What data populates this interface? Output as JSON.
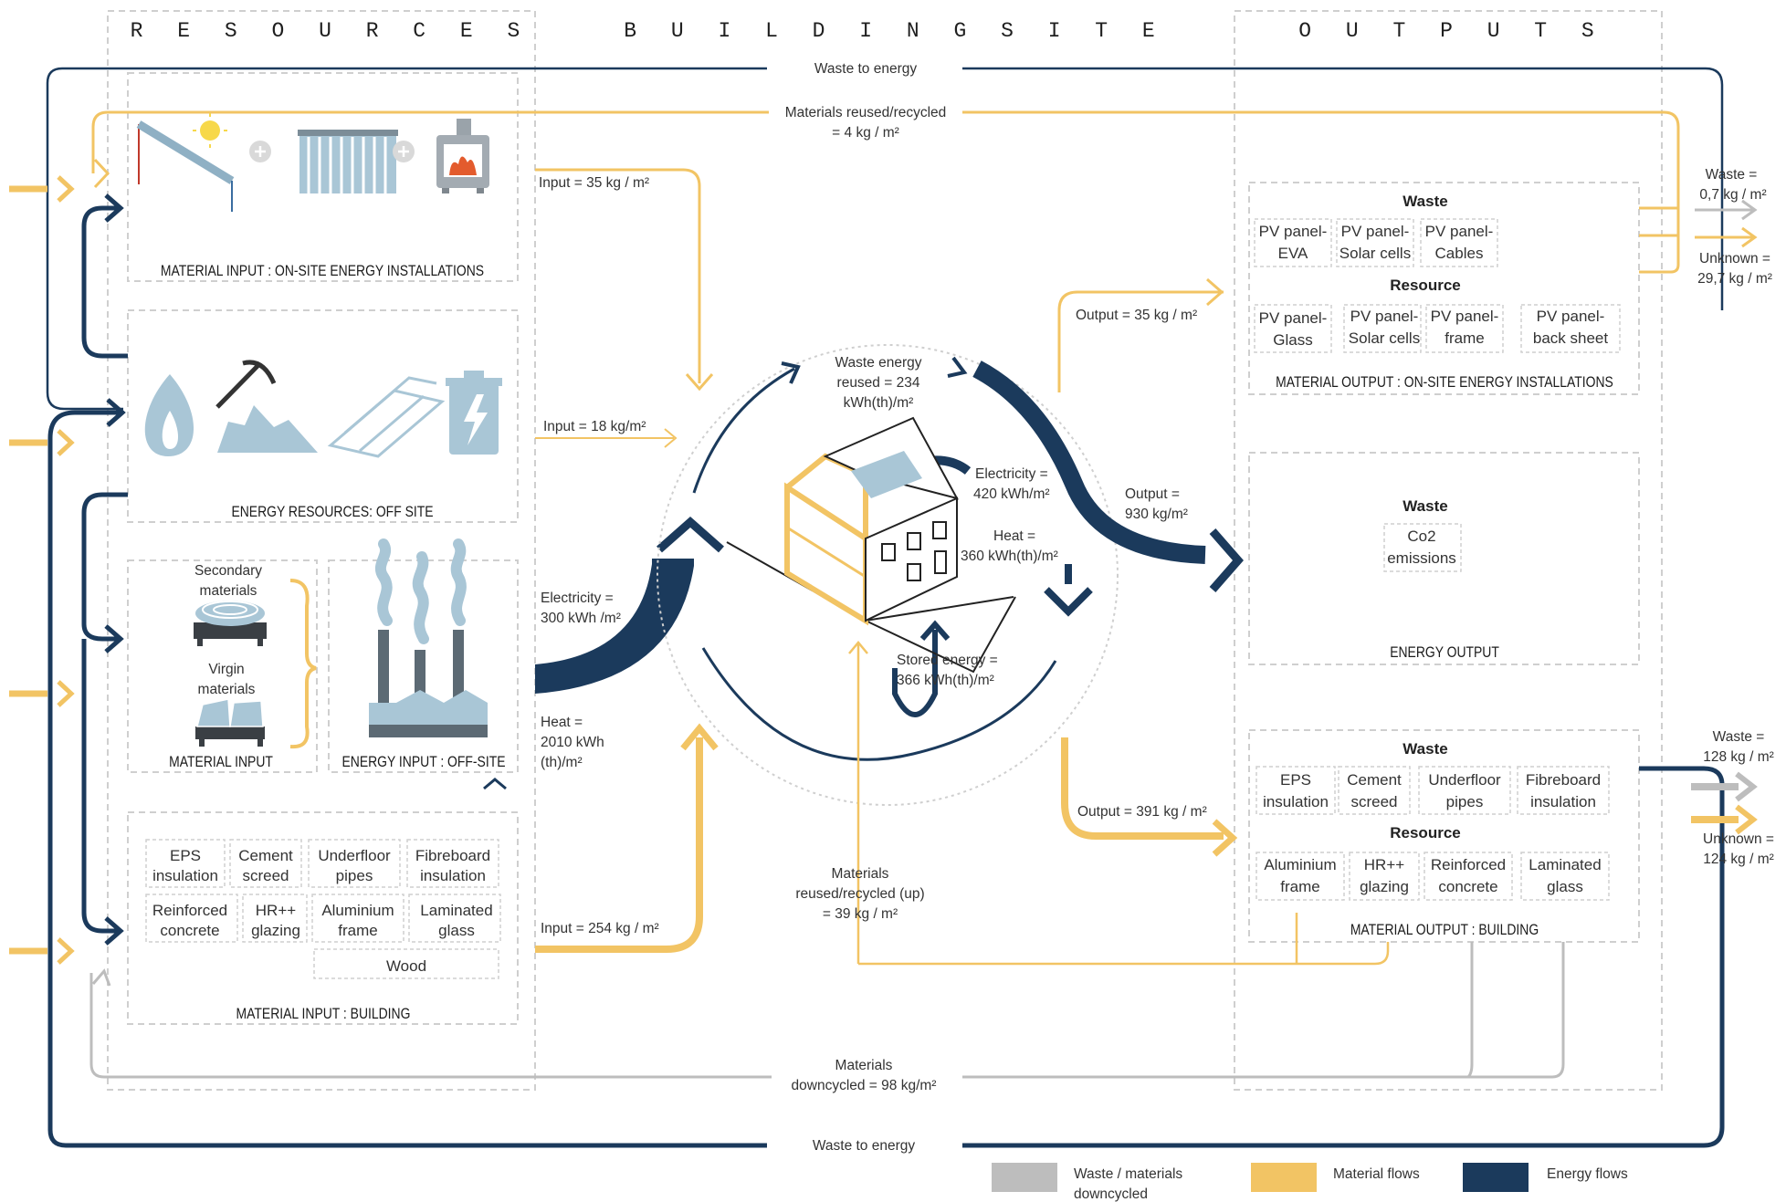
{
  "columns": {
    "resources": "R E S O U R C E S",
    "building_site": "B U I L D I N G   S I T E",
    "outputs": "O U T P U T S"
  },
  "colors": {
    "energy": "#1b3a5c",
    "material": "#f2c464",
    "waste": "#bdbdbd",
    "icon": "#a9c6d6",
    "dashed": "#c9c9c9"
  },
  "sections": {
    "onsite_input": "MATERIAL INPUT : ON-SITE ENERGY INSTALLATIONS",
    "energy_resources": "ENERGY RESOURCES: OFF SITE",
    "material_input": "MATERIAL INPUT",
    "energy_input": "ENERGY INPUT : OFF-SITE",
    "material_input_building": "MATERIAL INPUT : BUILDING",
    "onsite_output": "MATERIAL OUTPUT : ON-SITE ENERGY INSTALLATIONS",
    "energy_output": "ENERGY OUTPUT",
    "building_output": "MATERIAL OUTPUT : BUILDING"
  },
  "material_input_labels": {
    "secondary_line1": "Secondary",
    "secondary_line2": "materials",
    "virgin_line1": "Virgin",
    "virgin_line2": "materials"
  },
  "building_inputs": [
    [
      "EPS",
      "insulation"
    ],
    [
      "Cement",
      "screed"
    ],
    [
      "Underfloor",
      "pipes"
    ],
    [
      "Fibreboard",
      "insulation"
    ],
    [
      "Reinforced",
      "concrete"
    ],
    [
      "HR++",
      "glazing"
    ],
    [
      "Aluminium",
      "frame"
    ],
    [
      "Laminated",
      "glass"
    ],
    [
      "Wood"
    ]
  ],
  "onsite_output": {
    "waste_title": "Waste",
    "waste_items": [
      [
        "PV panel-",
        "EVA"
      ],
      [
        "PV panel-",
        "Solar cells"
      ],
      [
        "PV panel-",
        "Cables"
      ]
    ],
    "resource_title": "Resource",
    "resource_items": [
      [
        "PV panel-",
        "Glass"
      ],
      [
        "PV panel-",
        "Solar cells"
      ],
      [
        "PV panel-",
        "frame"
      ],
      [
        "PV panel-",
        "back sheet"
      ]
    ]
  },
  "energy_output_block": {
    "waste_title": "Waste",
    "items": [
      [
        "Co2",
        "emissions"
      ]
    ]
  },
  "building_output": {
    "waste_title": "Waste",
    "waste_items": [
      [
        "EPS",
        "insulation"
      ],
      [
        "Cement",
        "screed"
      ],
      [
        "Underfloor",
        "pipes"
      ],
      [
        "Fibreboard",
        "insulation"
      ]
    ],
    "resource_title": "Resource",
    "resource_items": [
      [
        "Aluminium",
        "frame"
      ],
      [
        "HR++",
        "glazing"
      ],
      [
        "Reinforced",
        "concrete"
      ],
      [
        "Laminated",
        "glass"
      ]
    ]
  },
  "flows": {
    "waste_to_energy_top": "Waste to energy",
    "reused_top_line1": "Materials reused/recycled",
    "reused_top_line2": "= 4 kg / m²",
    "input_35": "Input = 35 kg / m²",
    "input_18": "Input = 18 kg/m²",
    "electricity_in_line1": "Electricity  =",
    "electricity_in_line2": "300 kWh /m²",
    "heat_in_line1": "Heat =",
    "heat_in_line2": "2010 kWh",
    "heat_in_line3": "(th)/m²",
    "input_254": "Input = 254 kg / m²",
    "waste_energy_line1": "Waste energy",
    "waste_energy_line2": "reused = 234",
    "waste_energy_line3": "kWh(th)/m²",
    "electricity_bld_line1": "Electricity =",
    "electricity_bld_line2": "420 kWh/m²",
    "heat_bld_line1": "Heat =",
    "heat_bld_line2": "360 kWh(th)/m²",
    "stored_line1": "Stored energy =",
    "stored_line2": "366 kWh(th)/m²",
    "output_35": "Output = 35 kg / m²",
    "output_930_line1": "Output =",
    "output_930_line2": "930 kg/m²",
    "output_391": "Output  = 391 kg / m²",
    "reused_up_line1": "Materials",
    "reused_up_line2": "reused/recycled (up)",
    "reused_up_line3": "= 39 kg / m²",
    "downcycled_line1": "Materials",
    "downcycled_line2": "downcycled = 98 kg/m²",
    "waste_to_energy_bottom": "Waste to energy",
    "waste_top_line1": "Waste =",
    "waste_top_line2": "0,7 kg / m²",
    "unknown_top_line1": "Unknown =",
    "unknown_top_line2": "29,7 kg / m²",
    "waste_bottom_line1": "Waste =",
    "waste_bottom_line2": "128 kg / m²",
    "unknown_bottom_line1": "Unknown =",
    "unknown_bottom_line2": "124 kg / m²"
  },
  "legend": [
    {
      "line1": "Waste / materials",
      "line2": "downcycled",
      "color": "#bdbdbd"
    },
    {
      "line1": "Material flows",
      "line2": "",
      "color": "#f2c464"
    },
    {
      "line1": "Energy flows",
      "line2": "",
      "color": "#1b3a5c"
    }
  ]
}
